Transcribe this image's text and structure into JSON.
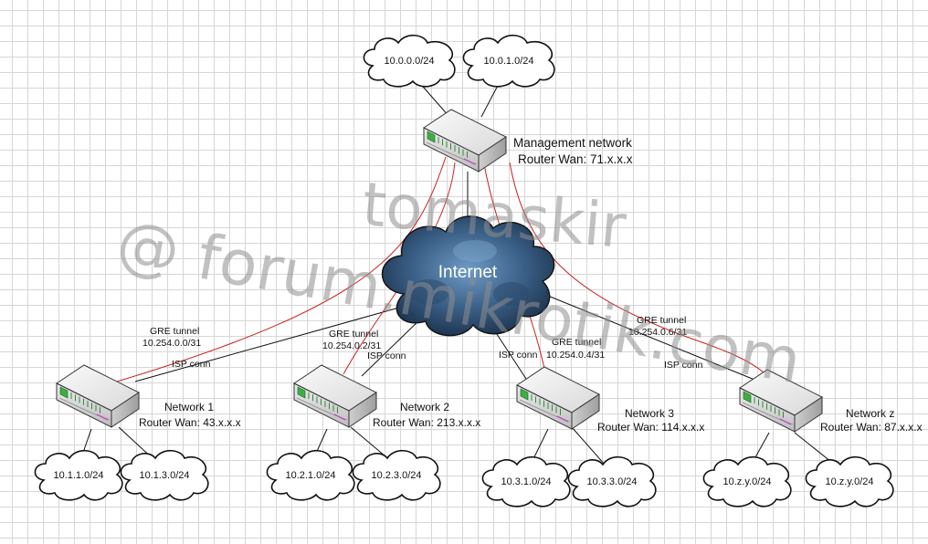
{
  "internet": {
    "label": "Internet"
  },
  "management": {
    "title": "Management network",
    "wan": "Router Wan: 71.x.x.x",
    "subnets": [
      "10.0.0.0/24",
      "10.0.1.0/24"
    ]
  },
  "branches": [
    {
      "name": "Network 1",
      "wan": "Router Wan: 43.x.x.x",
      "tunnel_title": "GRE tunnel",
      "tunnel_subnet": "10.254.0.0/31",
      "isp": "ISP conn",
      "subnets": [
        "10.1.1.0/24",
        "10.1.3.0/24"
      ]
    },
    {
      "name": "Network 2",
      "wan": "Router Wan: 213.x.x.x",
      "tunnel_title": "GRE tunnel",
      "tunnel_subnet": "10.254.0.2/31",
      "isp": "ISP conn",
      "subnets": [
        "10.2.1.0/24",
        "10.2.3.0/24"
      ]
    },
    {
      "name": "Network 3",
      "wan": "Router Wan: 114.x.x.x",
      "tunnel_title": "GRE tunnel",
      "tunnel_subnet": "10.254.0.4/31",
      "isp": "ISP conn",
      "subnets": [
        "10.3.1.0/24",
        "10.3.3.0/24"
      ]
    },
    {
      "name": "Network z",
      "wan": "Router Wan: 87.x.x.x",
      "tunnel_title": "GRE tunnel",
      "tunnel_subnet": "10.254.0.6/31",
      "isp": "ISP conn",
      "subnets": [
        "10.z.y.0/24",
        "10.z.y.0/24"
      ]
    }
  ],
  "watermark": {
    "line1": "tomaskir",
    "line2": "@ forum.mikrotik.com"
  },
  "colors": {
    "tunnel": "#cc1f1f",
    "isp": "#1a1a1a",
    "cloud_stroke": "#111111",
    "internet_fill": "#3a5f86"
  }
}
